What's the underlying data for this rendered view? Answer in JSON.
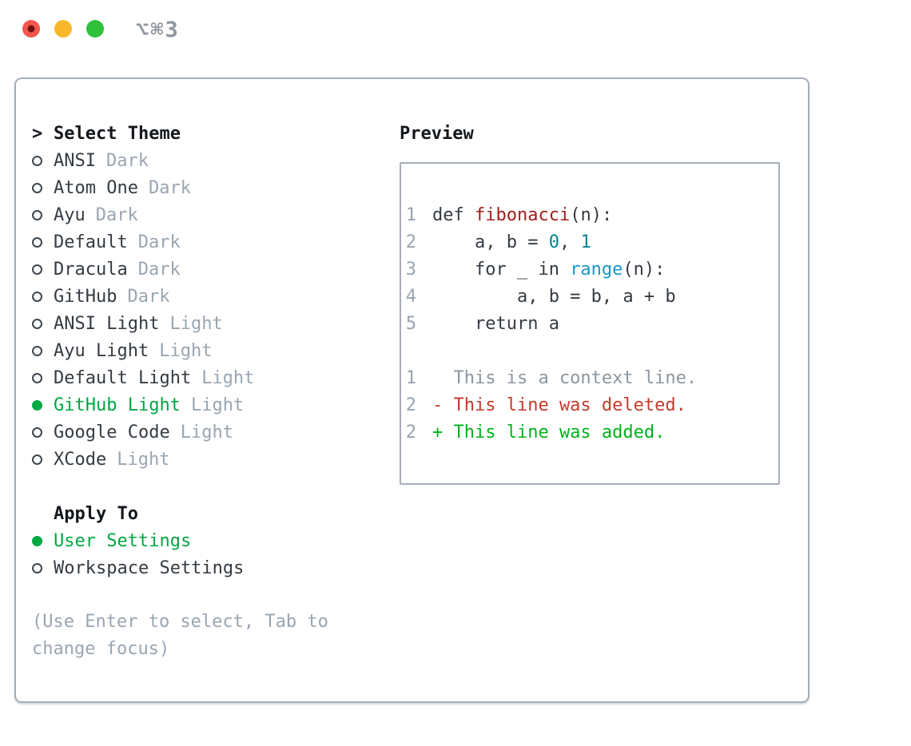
{
  "titlebar": {
    "title": "⌥⌘3",
    "buttons": [
      "close",
      "minimize",
      "zoom"
    ]
  },
  "theme_panel": {
    "header": {
      "cursor": ">",
      "label": "Select Theme"
    },
    "themes": [
      {
        "name": "ANSI",
        "tag": "Dark",
        "selected": false
      },
      {
        "name": "Atom One",
        "tag": "Dark",
        "selected": false
      },
      {
        "name": "Ayu",
        "tag": "Dark",
        "selected": false
      },
      {
        "name": "Default",
        "tag": "Dark",
        "selected": false
      },
      {
        "name": "Dracula",
        "tag": "Dark",
        "selected": false
      },
      {
        "name": "GitHub",
        "tag": "Dark",
        "selected": false
      },
      {
        "name": "ANSI Light",
        "tag": "Light",
        "selected": false
      },
      {
        "name": "Ayu Light",
        "tag": "Light",
        "selected": false
      },
      {
        "name": "Default Light",
        "tag": "Light",
        "selected": false
      },
      {
        "name": "GitHub Light",
        "tag": "Light",
        "selected": true
      },
      {
        "name": "Google Code",
        "tag": "Light",
        "selected": false
      },
      {
        "name": "XCode",
        "tag": "Light",
        "selected": false
      }
    ],
    "apply_to": {
      "label": "Apply To",
      "options": [
        {
          "name": "User Settings",
          "selected": true
        },
        {
          "name": "Workspace Settings",
          "selected": false
        }
      ]
    },
    "hint_lines": [
      "(Use Enter to select, Tab to",
      "change focus)"
    ]
  },
  "preview": {
    "label": "Preview",
    "lines": [
      {
        "num": "1",
        "tokens": [
          {
            "t": "def ",
            "c": "plain"
          },
          {
            "t": "fibonacci",
            "c": "func"
          },
          {
            "t": "(n):",
            "c": "plain"
          }
        ]
      },
      {
        "num": "2",
        "tokens": [
          {
            "t": "    a, b = ",
            "c": "plain"
          },
          {
            "t": "0",
            "c": "num"
          },
          {
            "t": ", ",
            "c": "plain"
          },
          {
            "t": "1",
            "c": "num"
          }
        ]
      },
      {
        "num": "3",
        "tokens": [
          {
            "t": "    for _ in ",
            "c": "plain"
          },
          {
            "t": "range",
            "c": "builtin"
          },
          {
            "t": "(n):",
            "c": "plain"
          }
        ]
      },
      {
        "num": "4",
        "tokens": [
          {
            "t": "        a, b = b, a + b",
            "c": "plain"
          }
        ]
      },
      {
        "num": "5",
        "tokens": [
          {
            "t": "    return a",
            "c": "plain"
          }
        ]
      },
      {
        "num": "",
        "tokens": []
      },
      {
        "num": "1",
        "tokens": [
          {
            "t": "  This is a context line.",
            "c": "context"
          }
        ]
      },
      {
        "num": "2",
        "tokens": [
          {
            "t": "- This line was deleted.",
            "c": "deleted"
          }
        ]
      },
      {
        "num": "2",
        "tokens": [
          {
            "t": "+ This line was added.",
            "c": "added"
          }
        ]
      }
    ]
  },
  "colors": {
    "green": "#00a843",
    "added_green": "#00b31c",
    "deleted_red": "#c63a2c",
    "func_red": "#a31d1d",
    "number_teal": "#00838f",
    "builtin_blue": "#1899c8",
    "tag_gray": "#9aa5b1",
    "line_number_gray": "#99a4b1",
    "context_gray": "#8d969f",
    "text_dark": "#343b42",
    "heading_dark": "#14181c",
    "border_gray": "#a6aeb8",
    "hint_gray": "#9aa5b1",
    "titlebar_gray": "#8e969e",
    "light_red": "#f2564d",
    "red_dot": "#6e1411",
    "light_yellow": "#f9b82c",
    "light_green": "#2fc13c"
  }
}
